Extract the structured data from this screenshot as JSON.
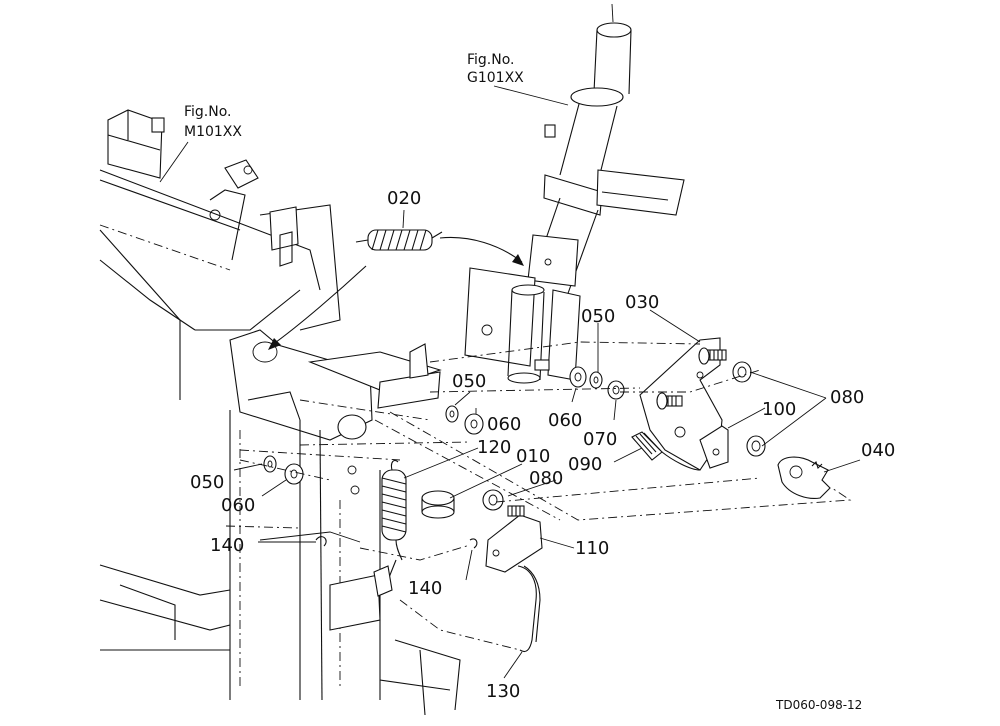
{
  "figure_refs": [
    {
      "line1": "Fig.No.",
      "line2": "G101XX"
    },
    {
      "line1": "Fig.No.",
      "line2": "M101XX"
    }
  ],
  "parts": {
    "p020": "020",
    "p030": "030",
    "p050a": "050",
    "p050b": "050",
    "p050c": "050",
    "p060a": "060",
    "p060b": "060",
    "p060c": "060",
    "p070": "070",
    "p080a": "080",
    "p080b": "080",
    "p090": "090",
    "p100": "100",
    "p010": "010",
    "p120": "120",
    "p040": "040",
    "p110": "110",
    "p140a": "140",
    "p140b": "140",
    "p130": "130"
  },
  "drawing_code": "TD060-098-12"
}
